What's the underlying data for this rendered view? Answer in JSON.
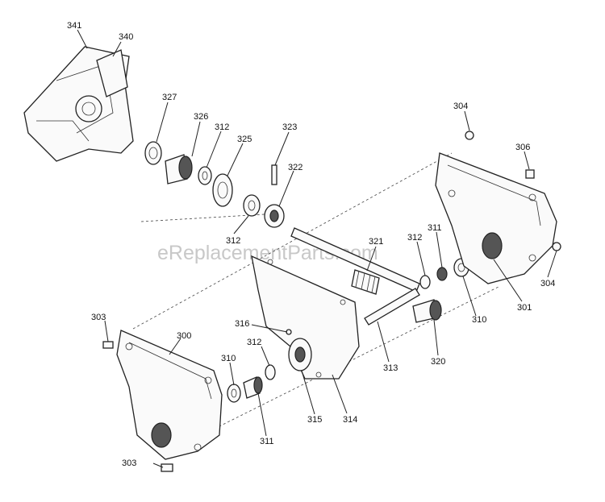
{
  "watermark": "eReplacementParts.com",
  "callouts": {
    "c341": "341",
    "c340": "340",
    "c327": "327",
    "c326": "326",
    "c312a": "312",
    "c325": "325",
    "c323": "323",
    "c322": "322",
    "c312b": "312",
    "c304a": "304",
    "c306": "306",
    "c321": "321",
    "c312c": "312",
    "c311a": "311",
    "c304b": "304",
    "c301": "301",
    "c310a": "310",
    "c320": "320",
    "c313": "313",
    "c303a": "303",
    "c300": "300",
    "c316": "316",
    "c312d": "312",
    "c310b": "310",
    "c314": "314",
    "c315": "315",
    "c311b": "311",
    "c303b": "303"
  }
}
